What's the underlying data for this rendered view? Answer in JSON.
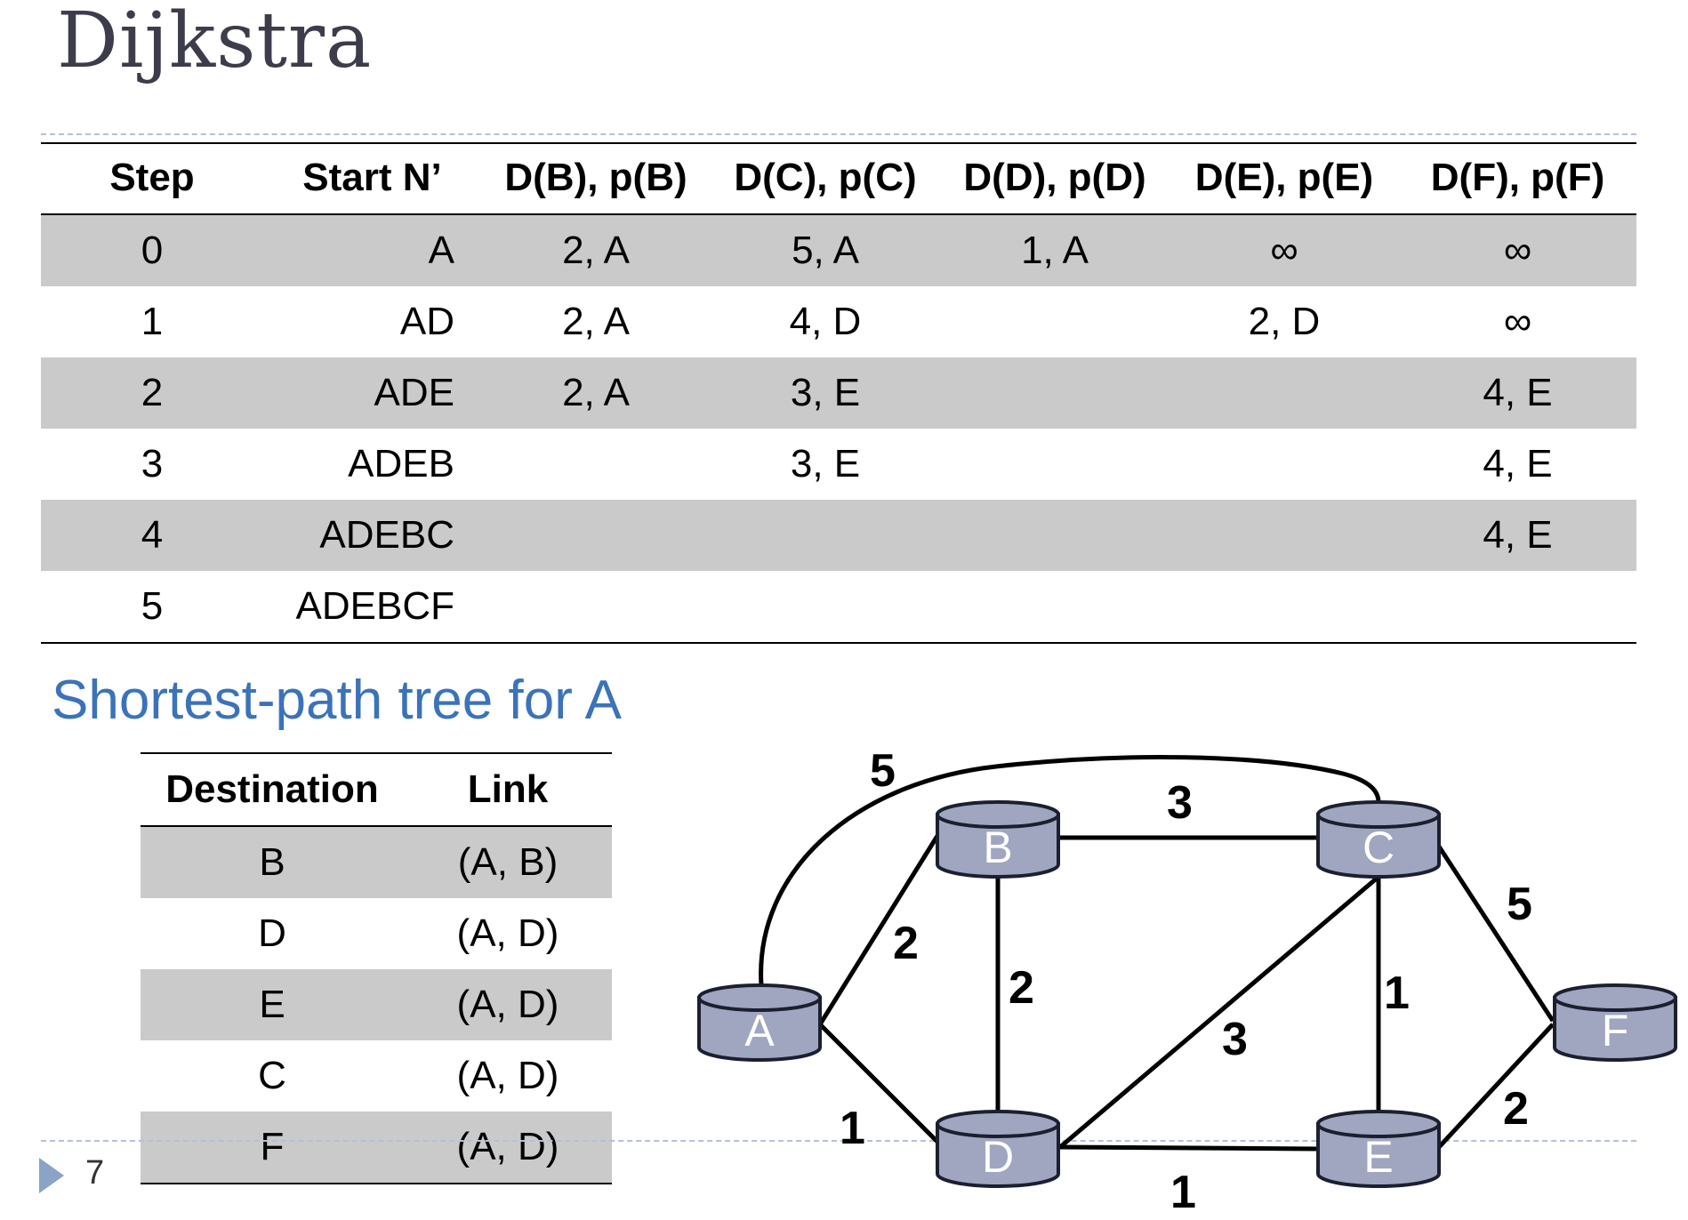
{
  "title": "Dijkstra",
  "table": {
    "headers": [
      "Step",
      "Start N’",
      "D(B), p(B)",
      "D(C), p(C)",
      "D(D), p(D)",
      "D(E), p(E)",
      "D(F), p(F)"
    ],
    "rows": [
      [
        "0",
        "A",
        "2, A",
        "5, A",
        "1, A",
        "∞",
        "∞"
      ],
      [
        "1",
        "AD",
        "2, A",
        "4, D",
        "",
        "2, D",
        "∞"
      ],
      [
        "2",
        "ADE",
        "2, A",
        "3, E",
        "",
        "",
        "4, E"
      ],
      [
        "3",
        "ADEB",
        "",
        "3, E",
        "",
        "",
        "4, E"
      ],
      [
        "4",
        "ADEBC",
        "",
        "",
        "",
        "",
        "4, E"
      ],
      [
        "5",
        "ADEBCF",
        "",
        "",
        "",
        "",
        ""
      ]
    ]
  },
  "subtitle": "Shortest-path tree for A",
  "tree": {
    "headers": [
      "Destination",
      "Link"
    ],
    "rows": [
      [
        "B",
        "(A, B)"
      ],
      [
        "D",
        "(A, D)"
      ],
      [
        "E",
        "(A, D)"
      ],
      [
        "C",
        "(A, D)"
      ],
      [
        "F",
        "(A, D)"
      ]
    ]
  },
  "graph": {
    "nodes": [
      "A",
      "B",
      "C",
      "D",
      "E",
      "F"
    ],
    "edges": [
      {
        "from": "A",
        "to": "B",
        "weight": "2"
      },
      {
        "from": "A",
        "to": "D",
        "weight": "1"
      },
      {
        "from": "A",
        "to": "C",
        "weight": "5"
      },
      {
        "from": "B",
        "to": "C",
        "weight": "3"
      },
      {
        "from": "B",
        "to": "D",
        "weight": "2"
      },
      {
        "from": "C",
        "to": "D",
        "weight": "3"
      },
      {
        "from": "C",
        "to": "E",
        "weight": "1"
      },
      {
        "from": "C",
        "to": "F",
        "weight": "5"
      },
      {
        "from": "D",
        "to": "E",
        "weight": "1"
      },
      {
        "from": "E",
        "to": "F",
        "weight": "2"
      }
    ]
  },
  "colors": {
    "title": "#3c3c4a",
    "subtitle": "#3b73b9",
    "row_shade": "#cacaca",
    "node_fill": "#a0a6c0",
    "dashed_rule": "#b3c1d6"
  },
  "page_number": "7"
}
